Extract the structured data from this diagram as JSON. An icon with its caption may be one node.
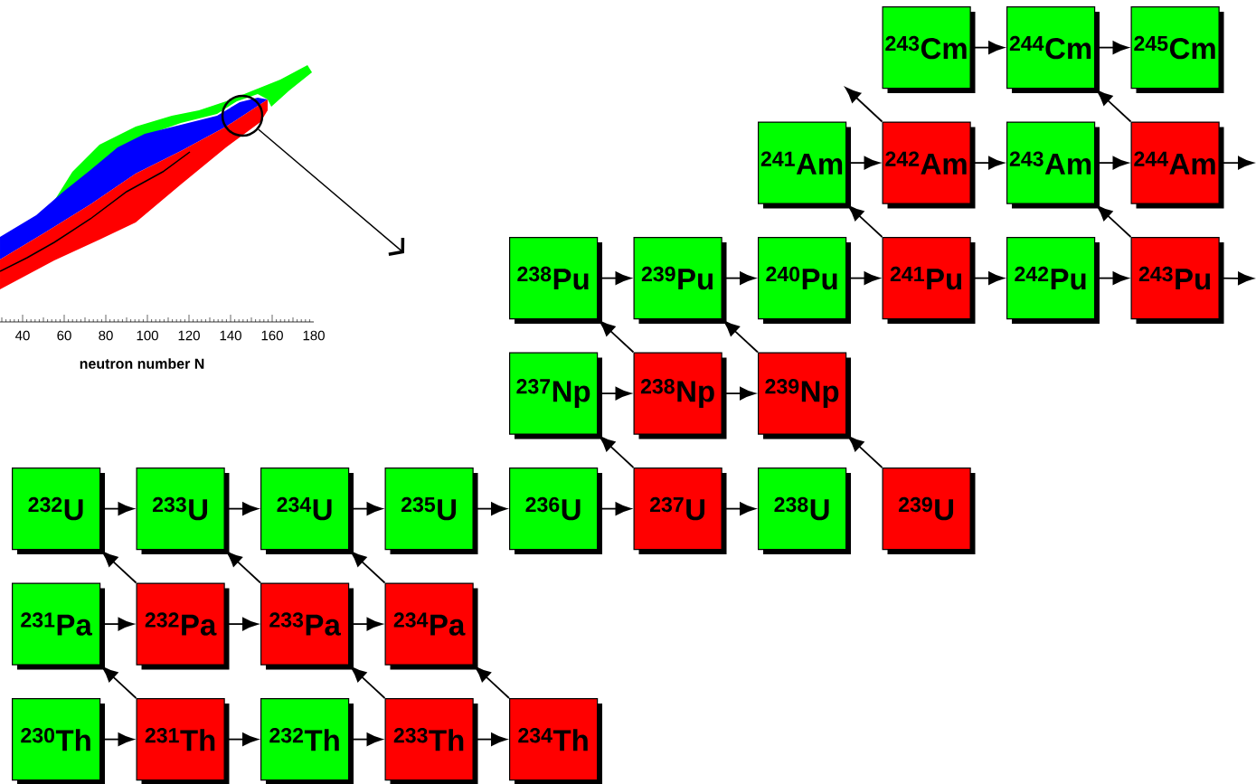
{
  "diagram": {
    "nodes": [
      {
        "text": [],
        "shape": "picture"
      },
      {
        "text": [],
        "shape": "circle",
        "in": 0
      },
      {
        "text": [
          "$^{243}$Cm"
        ]
      },
      {
        "text": [
          "$^{244}$Cm"
        ]
      },
      {
        "text": [
          "$^{245}$Cm"
        ]
      },
      {
        "text": [
          "$^{241}$Am"
        ]
      },
      {
        "text": [
          "$^{242}$Am"
        ]
      },
      {
        "text": [
          "$^{243}$Am"
        ]
      },
      {
        "text": [
          "$^{244}$Am"
        ]
      },
      {
        "text": [
          "$^{238}$Pu"
        ]
      },
      {
        "text": [
          "$^{239}$Pu"
        ]
      },
      {
        "text": [
          "$^{240}$Pu"
        ]
      },
      {
        "text": [
          "$^{241}$Pu"
        ]
      },
      {
        "text": [
          "$^{242}$Pu"
        ]
      },
      {
        "text": [
          "$^{243}$Pu"
        ]
      },
      {
        "text": [
          "$^{237}$Np"
        ]
      },
      {
        "text": [
          "$^{238}$Np"
        ]
      },
      {
        "text": [
          "$^{239}$Np"
        ]
      },
      {
        "text": [
          "$^{232}$U"
        ]
      },
      {
        "text": [
          "$^{233}$U"
        ]
      },
      {
        "text": [
          "$^{234}$U"
        ]
      },
      {
        "text": [
          "$^{235}$U"
        ]
      },
      {
        "text": [
          "$^{236}$U"
        ]
      },
      {
        "text": [
          "$^{237}$U"
        ]
      },
      {
        "text": [
          "$^{238}$U"
        ]
      },
      {
        "text": [
          "$^{239}$U"
        ]
      },
      {
        "text": [
          "$^{231}$Pa"
        ]
      },
      {
        "text": [
          "$^{232}$Pa"
        ]
      },
      {
        "text": [
          "$^{233}$Pa"
        ]
      },
      {
        "text": [
          "$^{234}$Pa"
        ]
      },
      {
        "text": [
          "$^{230}$Th"
        ]
      },
      {
        "text": [
          "$^{231}$Th"
        ]
      },
      {
        "text": [
          "$^{232}$Th"
        ]
      },
      {
        "text": [
          "$^{233}$Th"
        ]
      },
      {
        "text": [
          "$^{234}$Th"
        ]
      }
    ],
    "edges": [
      {
        "from": 1,
        "to": null,
        "arrow": "to"
      },
      {
        "from": 2,
        "to": 3,
        "arrow": "to"
      },
      {
        "from": 3,
        "to": 4,
        "arrow": "to"
      },
      {
        "from": 5,
        "to": 6,
        "arrow": "to"
      },
      {
        "from": 6,
        "to": 7,
        "arrow": "to"
      },
      {
        "from": 7,
        "to": 8,
        "arrow": "to"
      },
      {
        "from": 8,
        "to": null,
        "arrow": "to"
      },
      {
        "from": 9,
        "to": 10,
        "arrow": "to"
      },
      {
        "from": 10,
        "to": 11,
        "arrow": "to"
      },
      {
        "from": 11,
        "to": 12,
        "arrow": "to"
      },
      {
        "from": 12,
        "to": 13,
        "arrow": "to"
      },
      {
        "from": 13,
        "to": 14,
        "arrow": "to"
      },
      {
        "from": 14,
        "to": null,
        "arrow": "to"
      },
      {
        "from": 15,
        "to": 16,
        "arrow": "to"
      },
      {
        "from": 16,
        "to": 17,
        "arrow": "to"
      },
      {
        "from": 18,
        "to": 19,
        "arrow": "to"
      },
      {
        "from": 19,
        "to": 20,
        "arrow": "to"
      },
      {
        "from": 20,
        "to": 21,
        "arrow": "to"
      },
      {
        "from": 21,
        "to": 22,
        "arrow": "to"
      },
      {
        "from": 22,
        "to": 23,
        "arrow": "to"
      },
      {
        "from": 23,
        "to": 24,
        "arrow": "to"
      },
      {
        "from": 26,
        "to": 27,
        "arrow": "to"
      },
      {
        "from": 27,
        "to": 28,
        "arrow": "to"
      },
      {
        "from": 28,
        "to": 29,
        "arrow": "to"
      },
      {
        "from": 30,
        "to": 31,
        "arrow": "to"
      },
      {
        "from": 31,
        "to": 32,
        "arrow": "to"
      },
      {
        "from": 32,
        "to": 33,
        "arrow": "to"
      },
      {
        "from": 33,
        "to": 34,
        "arrow": "to"
      },
      {
        "from": 31,
        "to": 26,
        "arrow": "to"
      },
      {
        "from": 33,
        "to": 28,
        "arrow": "to"
      },
      {
        "from": 34,
        "to": 29,
        "arrow": "to"
      },
      {
        "from": 27,
        "to": 18,
        "arrow": "to"
      },
      {
        "from": 28,
        "to": 19,
        "arrow": "to"
      },
      {
        "from": 29,
        "to": 20,
        "arrow": "to"
      },
      {
        "from": 23,
        "to": 15,
        "arrow": "to"
      },
      {
        "from": 25,
        "to": 17,
        "arrow": "to"
      },
      {
        "from": 16,
        "to": 9,
        "arrow": "to"
      },
      {
        "from": 17,
        "to": 10,
        "arrow": "to"
      },
      {
        "from": 12,
        "to": 5,
        "arrow": "to"
      },
      {
        "from": 14,
        "to": 7,
        "arrow": "to"
      },
      {
        "from": 6,
        "to": null,
        "arrow": "to"
      },
      {
        "from": 8,
        "to": 3,
        "arrow": "to"
      }
    ],
    "labels": [
      "40",
      "60",
      "80",
      "100",
      "120",
      "140",
      "160",
      "180",
      "neutron number N"
    ]
  }
}
